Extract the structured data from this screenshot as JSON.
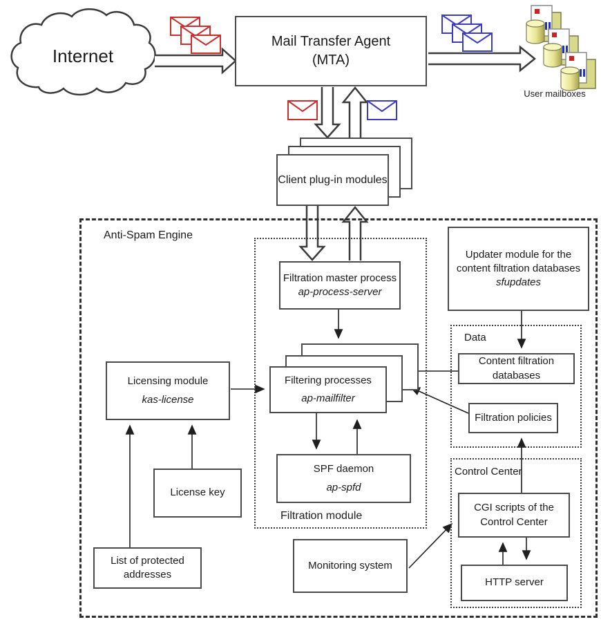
{
  "diagram": {
    "internet": {
      "label": "Internet"
    },
    "mta": {
      "line1": "Mail Transfer Agent",
      "line2": "(MTA)"
    },
    "user_mailboxes": {
      "label": "User mailboxes"
    },
    "client_plugins": {
      "label": "Client plug-in modules"
    },
    "engine": {
      "label": "Anti-Spam Engine"
    },
    "filtration_module": {
      "label": "Filtration module"
    },
    "master_process": {
      "title": "Filtration master process",
      "command": "ap-process-server"
    },
    "filtering_processes": {
      "title": "Filtering processes",
      "command": "ap-mailfilter"
    },
    "spf_daemon": {
      "title": "SPF daemon",
      "command": "ap-spfd"
    },
    "licensing": {
      "title": "Licensing module",
      "command": "kas-license"
    },
    "license_key": {
      "label": "License key"
    },
    "protected_addresses": {
      "label": "List of protected addresses"
    },
    "monitoring": {
      "label": "Monitoring system"
    },
    "updater": {
      "title": "Updater module for the content filtration databases",
      "command": "sfupdates"
    },
    "data_group": {
      "label": "Data"
    },
    "content_databases": {
      "label": "Content filtration databases"
    },
    "filtration_policies": {
      "label": "Filtration policies"
    },
    "control_center": {
      "label": "Control Center"
    },
    "cgi_scripts": {
      "label": "CGI scripts of the Control Center"
    },
    "http_server": {
      "label": "HTTP server"
    }
  },
  "colors": {
    "spam_envelope_red": "#cc2e2e",
    "clean_envelope_blue": "#3b3bc4",
    "box_border": "#4a4a4a",
    "mailbox_yellow": "#e4e492"
  }
}
